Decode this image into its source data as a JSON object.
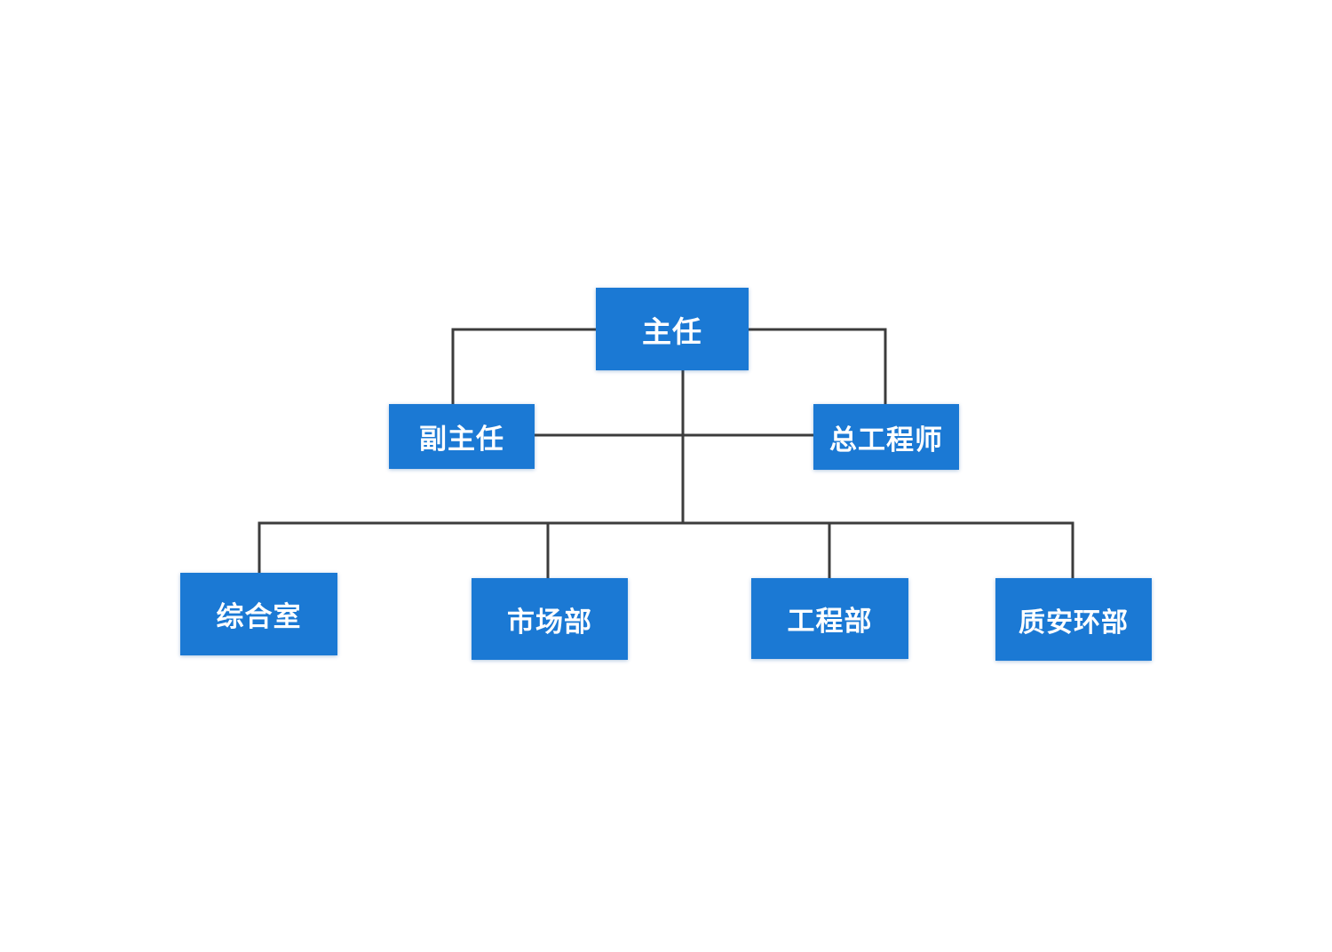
{
  "diagram": {
    "type": "org-chart",
    "background_color": "#ffffff",
    "node_fill_color": "#1b79d4",
    "node_text_color": "#ffffff",
    "connector_color": "#3c3c3c",
    "nodes": {
      "director": {
        "label": "主任",
        "level": 1
      },
      "deputy_director": {
        "label": "副主任",
        "level": 2
      },
      "chief_engineer": {
        "label": "总工程师",
        "level": 2
      },
      "general_office": {
        "label": "综合室",
        "level": 3
      },
      "marketing_dept": {
        "label": "市场部",
        "level": 3
      },
      "engineering_dept": {
        "label": "工程部",
        "level": 3
      },
      "quality_safety_env_dept": {
        "label": "质安环部",
        "level": 3
      }
    },
    "edges": [
      {
        "from": "director",
        "to": "deputy_director"
      },
      {
        "from": "director",
        "to": "chief_engineer"
      },
      {
        "from": "deputy_director",
        "to": "chief_engineer"
      },
      {
        "from": "director",
        "to": "general_office"
      },
      {
        "from": "director",
        "to": "marketing_dept"
      },
      {
        "from": "director",
        "to": "engineering_dept"
      },
      {
        "from": "director",
        "to": "quality_safety_env_dept"
      }
    ]
  }
}
